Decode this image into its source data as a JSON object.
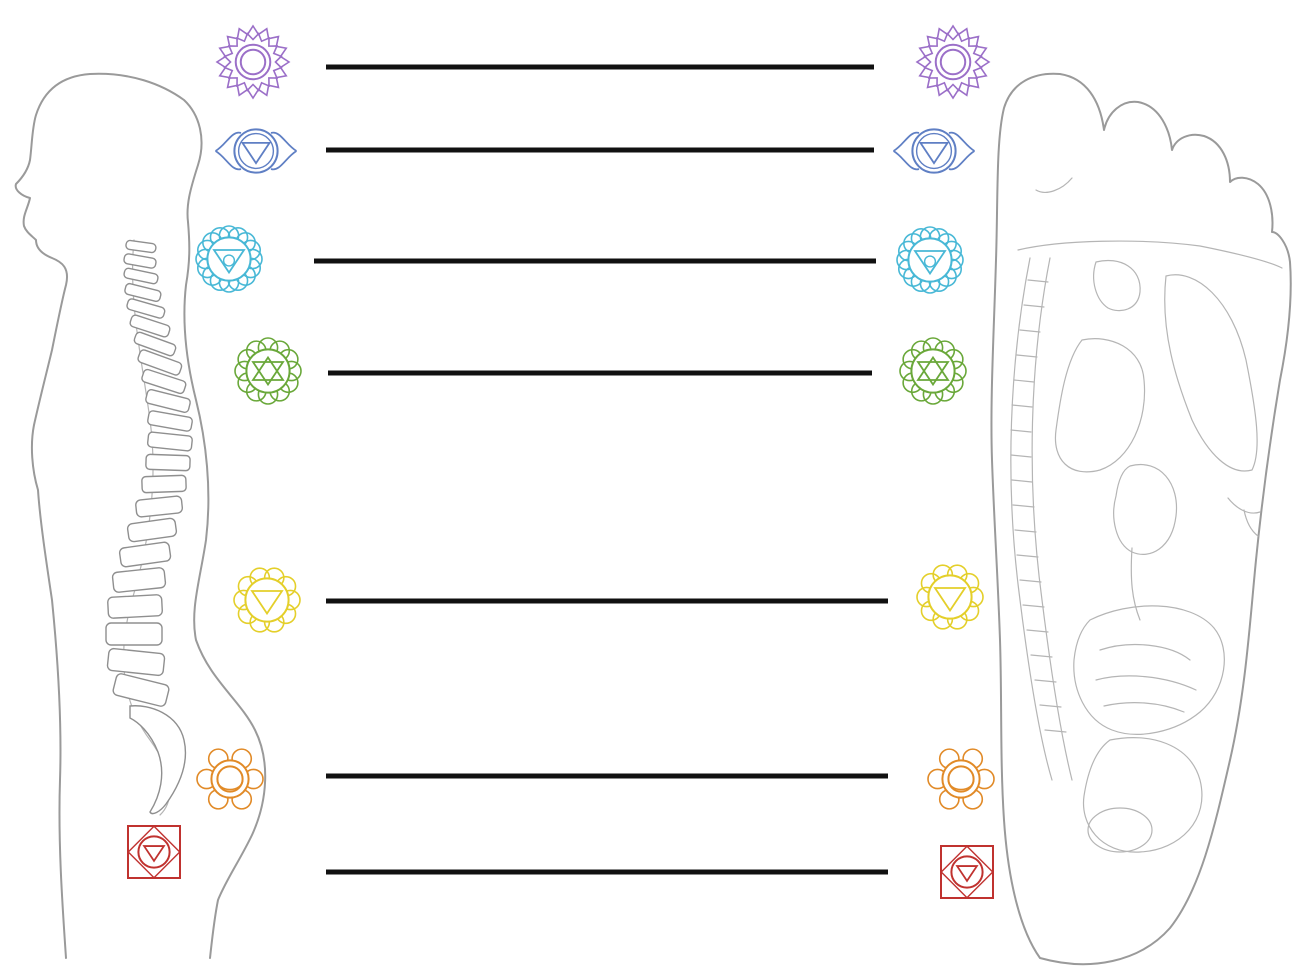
{
  "chakra_rows": [
    {
      "id": "crown",
      "color": "#9b6fc8",
      "icon": "crown-chakra-icon"
    },
    {
      "id": "third-eye",
      "color": "#5f7fc4",
      "icon": "third-eye-chakra-icon"
    },
    {
      "id": "throat",
      "color": "#48b8d6",
      "icon": "throat-chakra-icon"
    },
    {
      "id": "heart",
      "color": "#6aa83a",
      "icon": "heart-chakra-icon"
    },
    {
      "id": "solar-plexus",
      "color": "#e4cf2a",
      "icon": "solar-plexus-chakra-icon"
    },
    {
      "id": "sacral",
      "color": "#e18a27",
      "icon": "sacral-chakra-icon"
    },
    {
      "id": "root",
      "color": "#c0322f",
      "icon": "root-chakra-icon"
    }
  ],
  "figures": {
    "left": "human-body-profile-with-spine",
    "right": "foot-sole-reflexology-map"
  },
  "line_color": "#111111"
}
